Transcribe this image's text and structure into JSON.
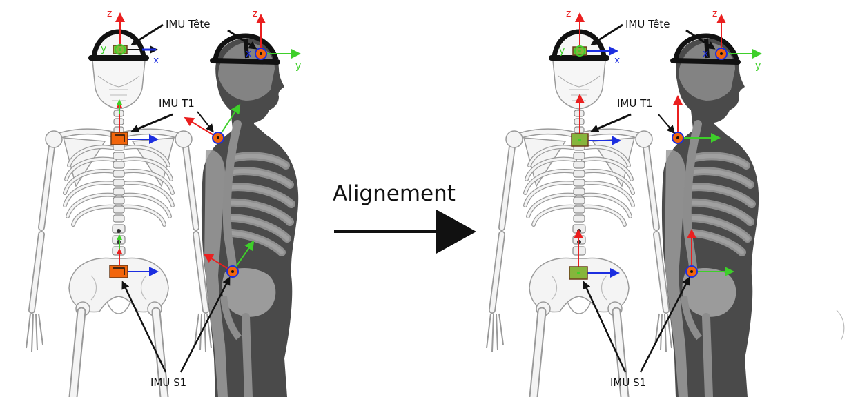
{
  "figure": {
    "center_label": "Alignement",
    "colors": {
      "x_axis": "#1c2ee0",
      "y_axis": "#3ecf2a",
      "z_axis": "#ea1f1f",
      "sensor_before": "#f2650c",
      "sensor_after": "#86b53c",
      "sensor_border": "#6b3d1b",
      "side_body": "#4a4a4a",
      "side_skeleton": "#8d8d8d",
      "bone_stroke": "#8a8a8a",
      "bone_fill": "#f4f4f4"
    },
    "panels": [
      {
        "id": "before",
        "imu_head_label": "IMU Tête",
        "imu_t1_label": "IMU T1",
        "imu_s1_label": "IMU S1",
        "front_axis_labels": {
          "x": "x",
          "y": "y",
          "z": "z"
        },
        "side_axis_labels": {
          "x": "x",
          "y": "y",
          "z": "z"
        }
      },
      {
        "id": "after",
        "imu_head_label": "IMU Tête",
        "imu_t1_label": "IMU T1",
        "imu_s1_label": "IMU S1",
        "front_axis_labels": {
          "x": "x",
          "y": "y",
          "z": "z"
        },
        "side_axis_labels": {
          "x": "x",
          "y": "y",
          "z": "z"
        }
      }
    ]
  }
}
